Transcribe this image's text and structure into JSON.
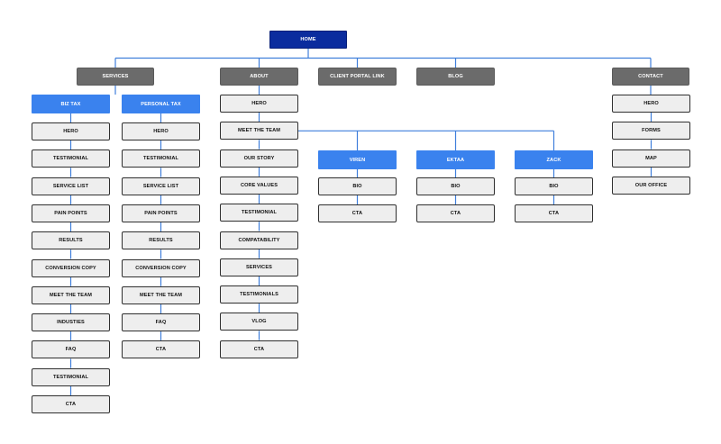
{
  "sitemap": {
    "home": "HOME",
    "sections": {
      "services": {
        "label": "SERVICES",
        "biz_tax": {
          "label": "BIZ TAX",
          "pages": [
            "HERO",
            "TESTIMONIAL",
            "SERVICE LIST",
            "PAIN POINTS",
            "RESULTS",
            "CONVERSION COPY",
            "MEET THE TEAM",
            "INDUSTIES",
            "FAQ",
            "TESTIMONIAL",
            "CTA"
          ]
        },
        "personal_tax": {
          "label": "PERSONAL TAX",
          "pages": [
            "HERO",
            "TESTIMONIAL",
            "SERVICE LIST",
            "PAIN POINTS",
            "RESULTS",
            "CONVERSION COPY",
            "MEET THE TEAM",
            "FAQ",
            "CTA"
          ]
        }
      },
      "about": {
        "label": "ABOUT",
        "pages": [
          "HERO",
          "MEET THE TEAM",
          "OUR STORY",
          "CORE VALUES",
          "TESTIMONIAL",
          "COMPATABILITY",
          "SERVICES",
          "TESTIMONIALS",
          "VLOG",
          "CTA"
        ],
        "team": [
          {
            "label": "VIREN",
            "pages": [
              "BIO",
              "CTA"
            ]
          },
          {
            "label": "EKTAA",
            "pages": [
              "BIO",
              "CTA"
            ]
          },
          {
            "label": "ZACK",
            "pages": [
              "BIO",
              "CTA"
            ]
          }
        ]
      },
      "client_portal": {
        "label": "CLIENT PORTAL LINK"
      },
      "blog": {
        "label": "BLOG"
      },
      "contact": {
        "label": "CONTACT",
        "pages": [
          "HERO",
          "FORMS",
          "MAP",
          "OUR OFFICE"
        ]
      }
    }
  },
  "colors": {
    "root": "#0b2c9e",
    "section": "#6b6b6b",
    "subsection": "#3a82ee",
    "page": "#eeeeee",
    "connector": "#3f7fdb"
  }
}
